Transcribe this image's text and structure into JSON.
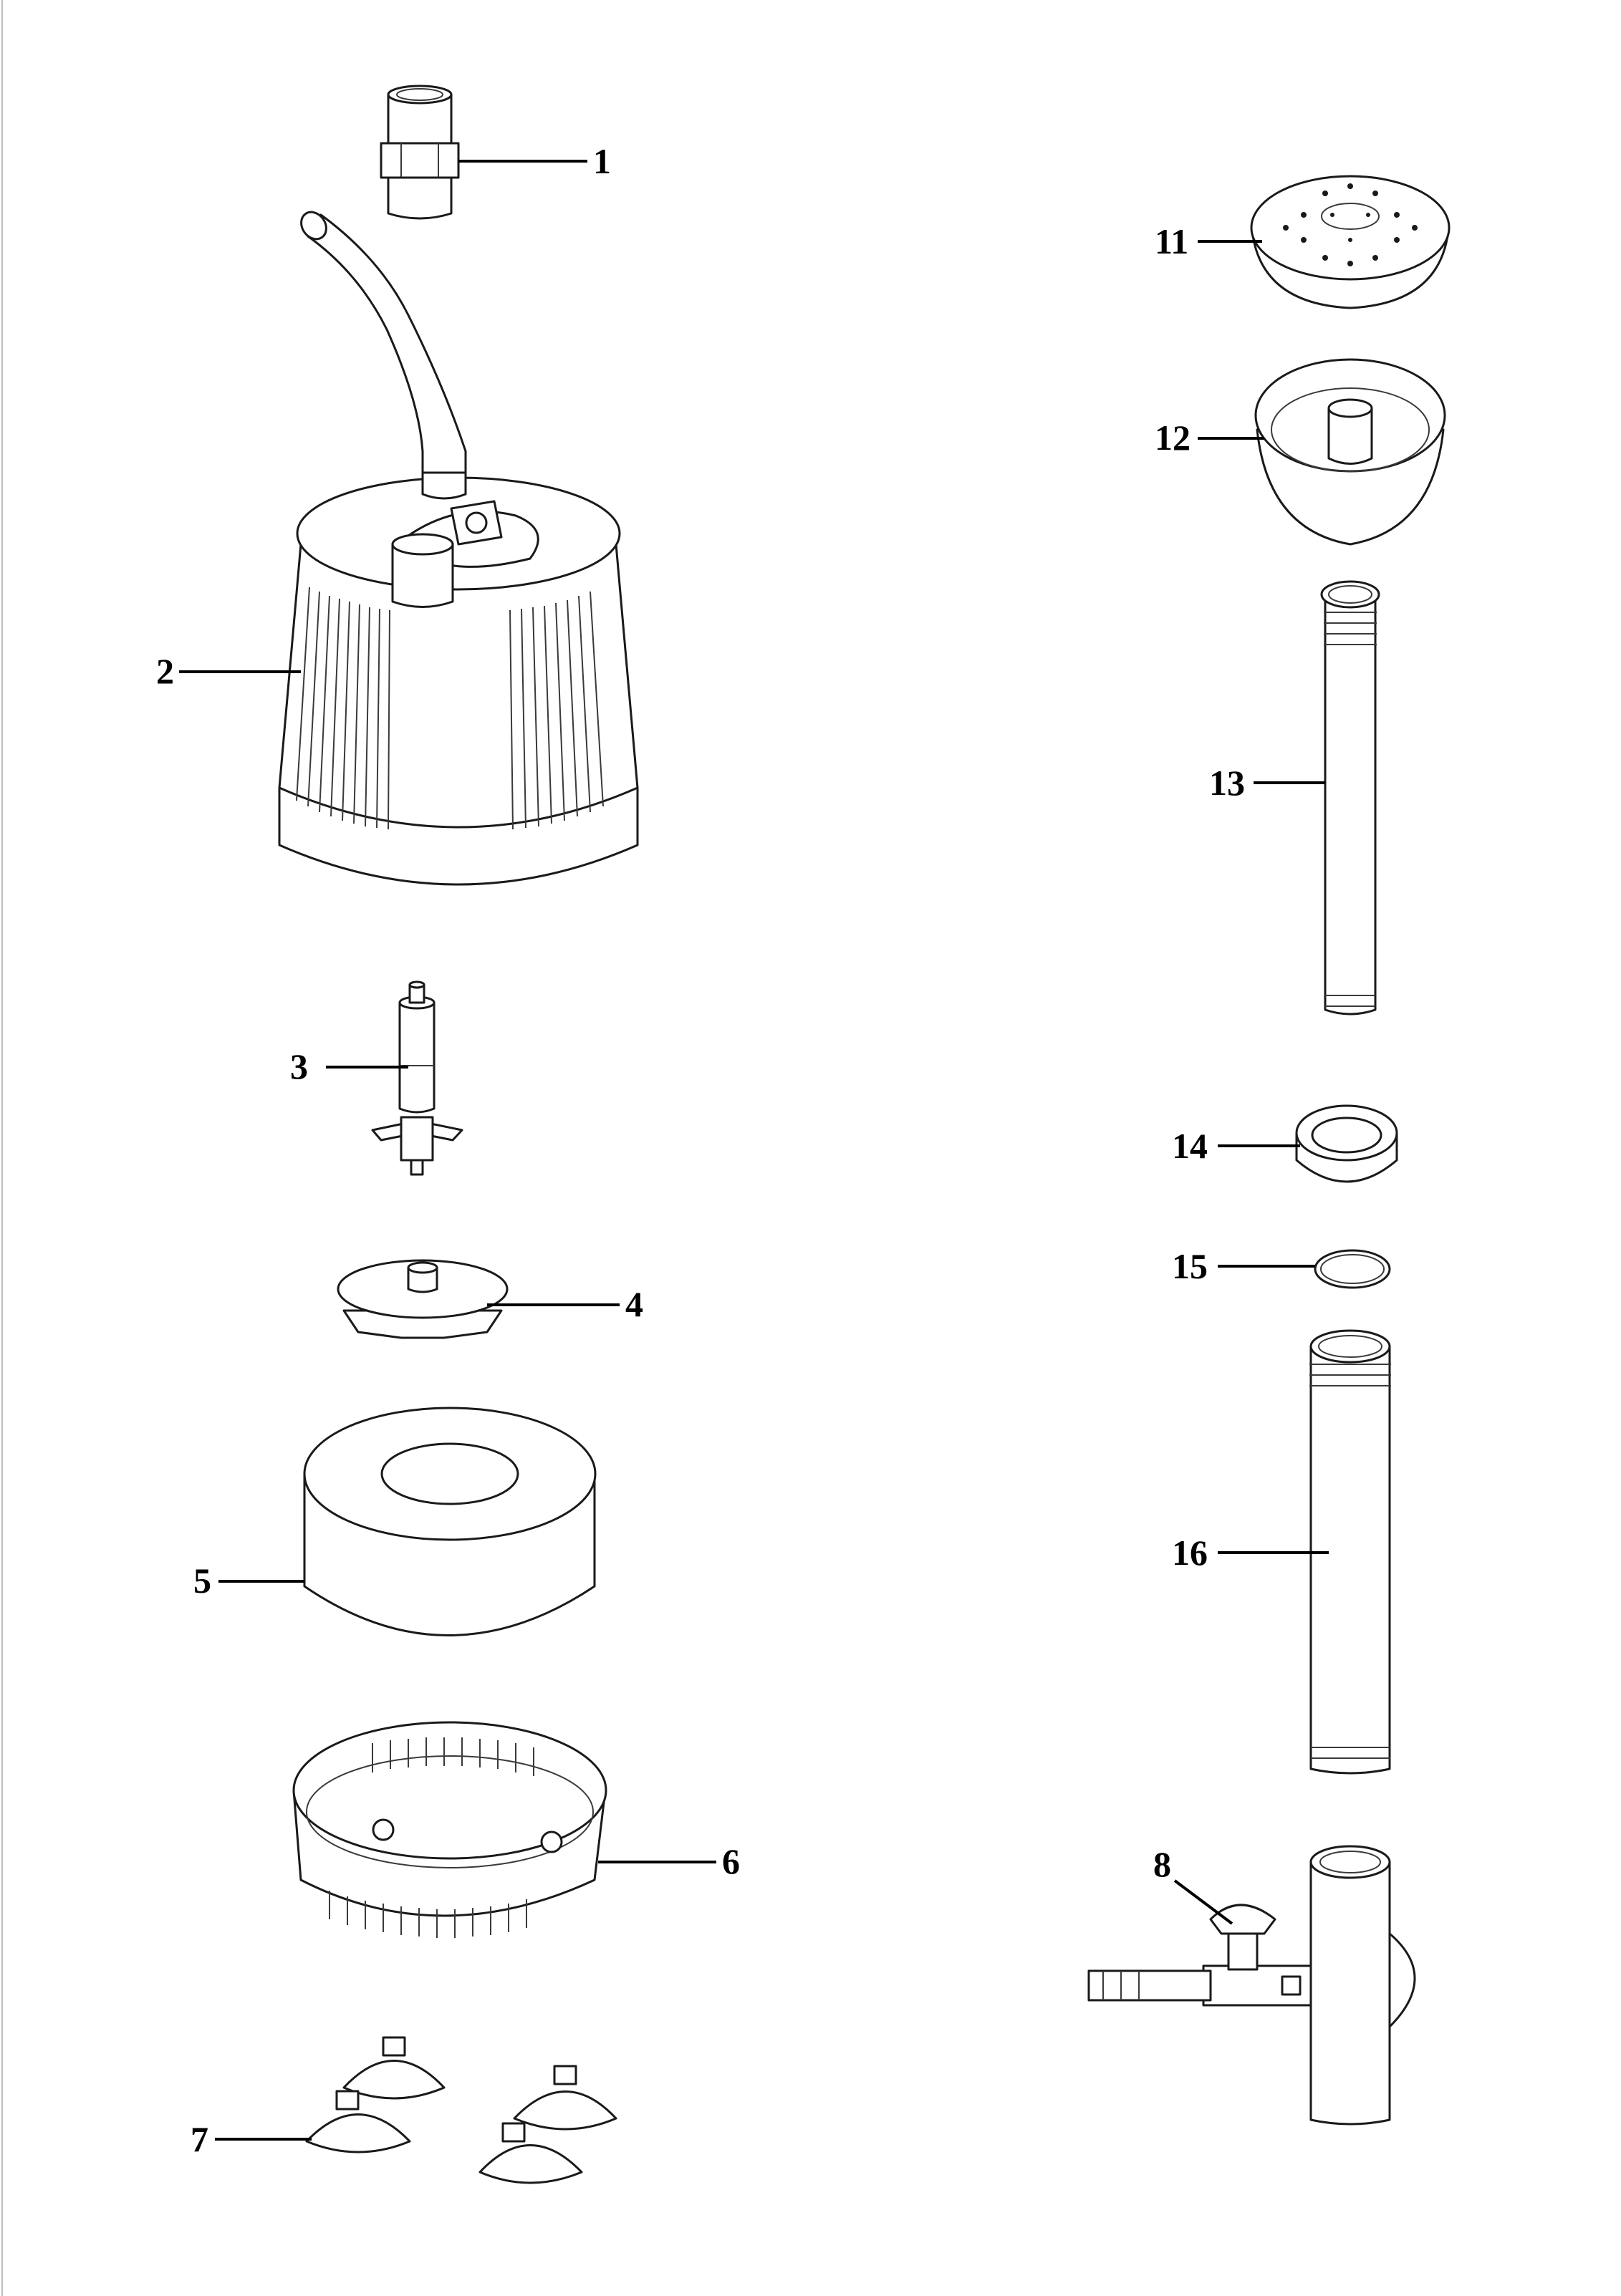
{
  "parts": {
    "p1": "1",
    "p2": "2",
    "p3": "3",
    "p4": "4",
    "p5": "5",
    "p6": "6",
    "p7": "7",
    "p8": "8",
    "p11": "11",
    "p12": "12",
    "p13": "13",
    "p14": "14",
    "p15": "15",
    "p16": "16"
  }
}
